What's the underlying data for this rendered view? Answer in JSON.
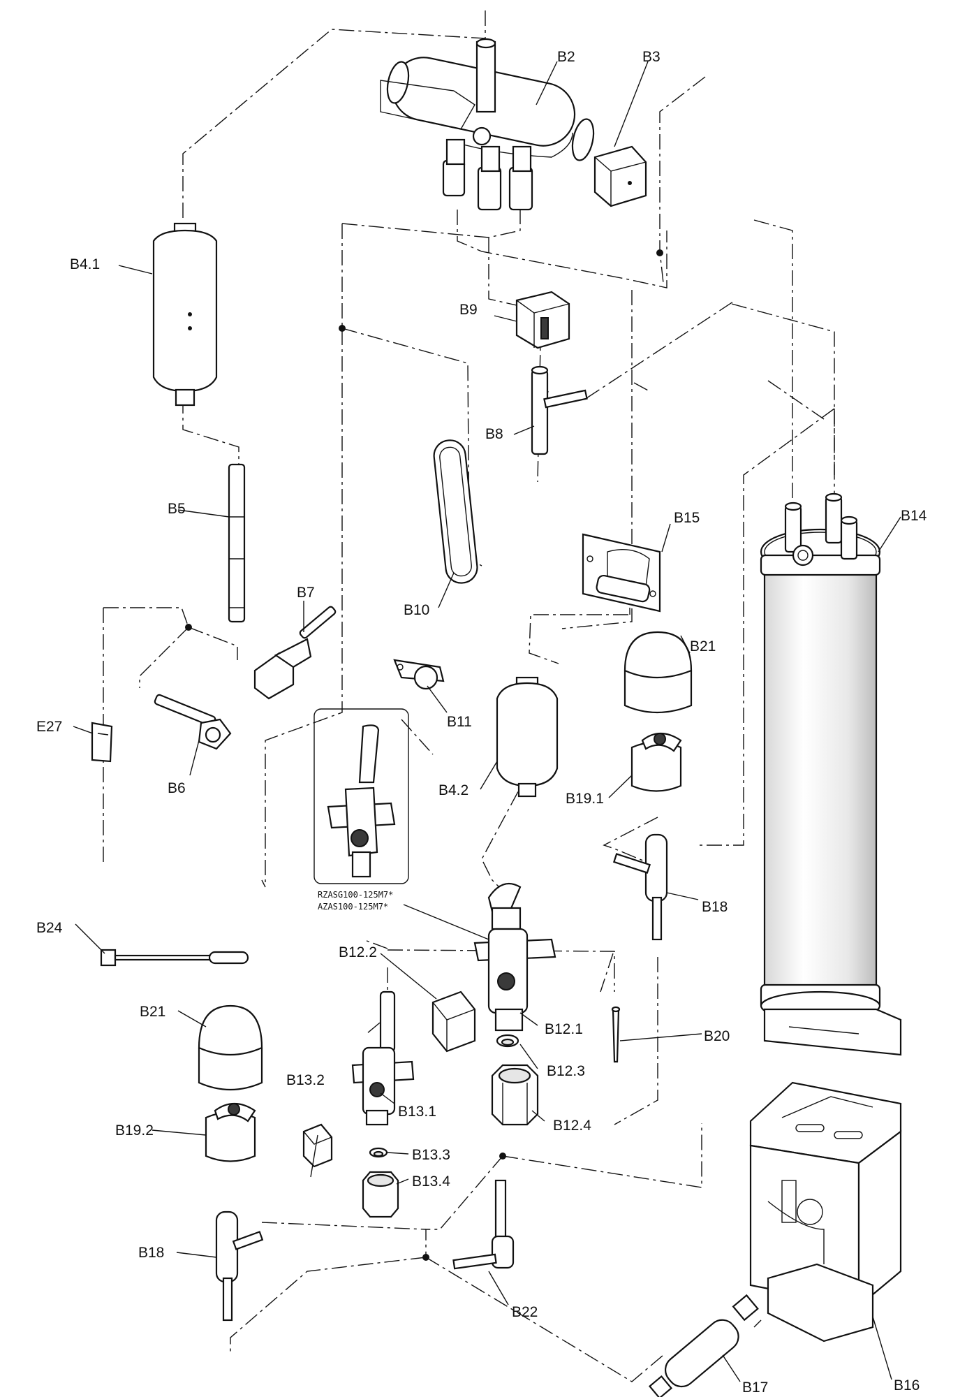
{
  "labels": {
    "b2": "B2",
    "b3": "B3",
    "b4_1": "B4.1",
    "b4_2": "B4.2",
    "b5": "B5",
    "b6": "B6",
    "b7": "B7",
    "b8": "B8",
    "b9": "B9",
    "b10": "B10",
    "b11": "B11",
    "b12_1": "B12.1",
    "b12_2": "B12.2",
    "b12_3": "B12.3",
    "b12_4": "B12.4",
    "b13_1": "B13.1",
    "b13_2": "B13.2",
    "b13_3": "B13.3",
    "b13_4": "B13.4",
    "b14": "B14",
    "b15": "B15",
    "b16": "B16",
    "b17": "B17",
    "b18_a": "B18",
    "b18_b": "B18",
    "b19_1": "B19.1",
    "b19_2": "B19.2",
    "b20": "B20",
    "b21_a": "B21",
    "b21_b": "B21",
    "b22": "B22",
    "b24": "B24",
    "e27": "E27"
  },
  "inset_note": {
    "line1": "RZASG100-125M7*",
    "line2": "AZAS100-125M7*"
  }
}
